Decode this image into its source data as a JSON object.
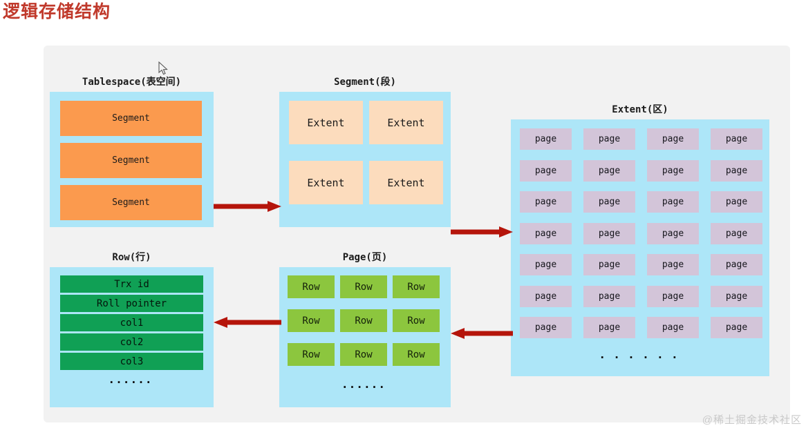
{
  "title": "逻辑存储结构",
  "watermark": "@稀土掘金技术社区",
  "colors": {
    "title": "#c0392b",
    "panel_blue": "#ade6f8",
    "segment_orange": "#fb9a4e",
    "extent_peach": "#fcdcbd",
    "page_purple": "#d3c5d9",
    "row_green": "#8cc63e",
    "field_green": "#10a055",
    "arrow_red": "#b5150b",
    "canvas_gray": "#f2f2f2"
  },
  "groups": {
    "tablespace": {
      "caption": "Tablespace(表空间)",
      "items": [
        "Segment",
        "Segment",
        "Segment"
      ]
    },
    "segment": {
      "caption": "Segment(段)",
      "items": [
        "Extent",
        "Extent",
        "Extent",
        "Extent"
      ]
    },
    "extent": {
      "caption": "Extent(区)",
      "items": [
        "page",
        "page",
        "page",
        "page",
        "page",
        "page",
        "page",
        "page",
        "page",
        "page",
        "page",
        "page",
        "page",
        "page",
        "page",
        "page",
        "page",
        "page",
        "page",
        "page",
        "page",
        "page",
        "page",
        "page",
        "page",
        "page",
        "page",
        "page"
      ],
      "ellipsis": "· · · · · ·"
    },
    "page": {
      "caption": "Page(页)",
      "items": [
        "Row",
        "Row",
        "Row",
        "Row",
        "Row",
        "Row",
        "Row",
        "Row",
        "Row"
      ],
      "ellipsis": "······"
    },
    "row": {
      "caption": "Row(行)",
      "items": [
        "Trx id",
        "Roll pointer",
        "col1",
        "col2",
        "col3"
      ],
      "ellipsis": "······"
    }
  },
  "arrows": [
    {
      "name": "tablespace-to-segment",
      "direction": "right"
    },
    {
      "name": "segment-to-extent",
      "direction": "right"
    },
    {
      "name": "extent-to-page",
      "direction": "left"
    },
    {
      "name": "page-to-row",
      "direction": "left"
    }
  ]
}
